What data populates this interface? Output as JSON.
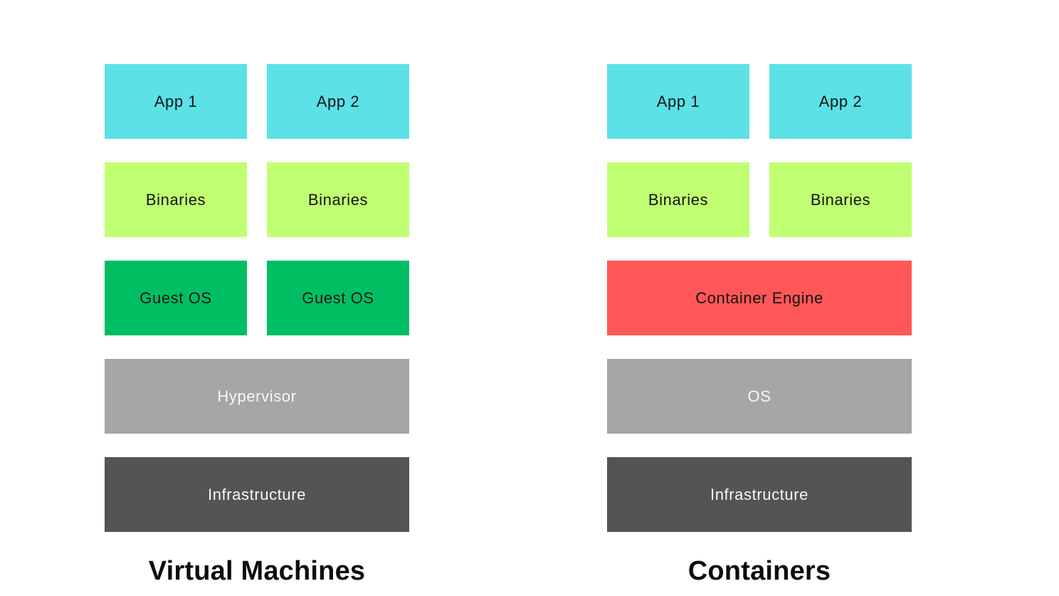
{
  "palette": {
    "canvas_background": "#FFFFFF",
    "app": "#5CE1E6",
    "binaries": "#C1FF72",
    "guest_os": "#00BF63",
    "container_engine": "#FF5757",
    "hypervisor": "#A6A6A6",
    "os": "#A6A6A6",
    "infrastructure": "#545454",
    "box_text_dark": "#141414",
    "box_text_light": "#F7F7F7",
    "title_text": "#0D0D0D"
  },
  "vm_stack": {
    "title": "Virtual Machines",
    "rows": [
      {
        "cells": [
          "App 1",
          "App 2"
        ]
      },
      {
        "cells": [
          "Binaries",
          "Binaries"
        ]
      },
      {
        "cells": [
          "Guest OS",
          "Guest OS"
        ]
      },
      {
        "cells": [
          "Hypervisor"
        ]
      },
      {
        "cells": [
          "Infrastructure"
        ]
      }
    ]
  },
  "containers_stack": {
    "title": "Containers",
    "rows": [
      {
        "cells": [
          "App 1",
          "App 2"
        ]
      },
      {
        "cells": [
          "Binaries",
          "Binaries"
        ]
      },
      {
        "cells": [
          "Container Engine"
        ]
      },
      {
        "cells": [
          "OS"
        ]
      },
      {
        "cells": [
          "Infrastructure"
        ]
      }
    ]
  }
}
